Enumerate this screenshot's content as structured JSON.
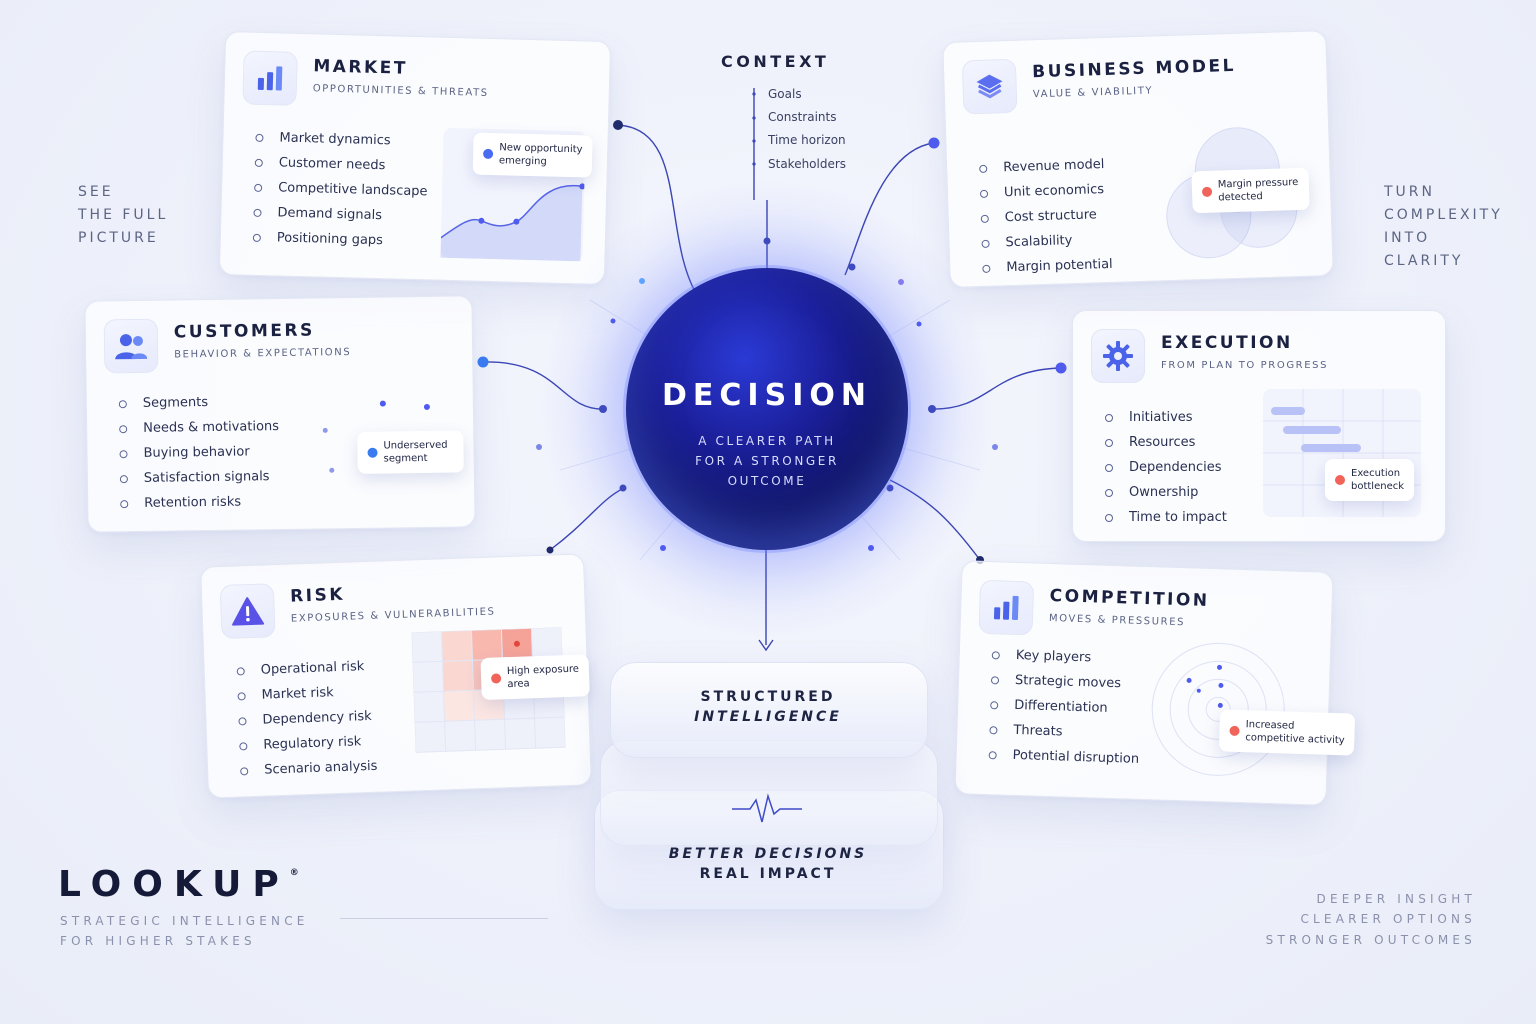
{
  "context": {
    "title": "CONTEXT",
    "items": [
      "Goals",
      "Constraints",
      "Time horizon",
      "Stakeholders"
    ]
  },
  "left_caption": [
    "SEE",
    "THE FULL",
    "PICTURE"
  ],
  "right_caption": [
    "TURN",
    "COMPLEXITY",
    "INTO",
    "CLARITY"
  ],
  "center": {
    "title": "DECISION",
    "lines": [
      "A CLEARER PATH",
      "FOR A STRONGER",
      "OUTCOME"
    ]
  },
  "cards": {
    "market": {
      "title": "MARKET",
      "subtitle": "OPPORTUNITIES & THREATS",
      "items": [
        "Market dynamics",
        "Customer needs",
        "Competitive landscape",
        "Demand signals",
        "Positioning gaps"
      ],
      "callout": [
        "New opportunity",
        "emerging"
      ]
    },
    "business_model": {
      "title": "BUSINESS MODEL",
      "subtitle": "VALUE & VIABILITY",
      "items": [
        "Revenue model",
        "Unit economics",
        "Cost structure",
        "Scalability",
        "Margin potential"
      ],
      "callout": [
        "Margin pressure",
        "detected"
      ]
    },
    "customers": {
      "title": "CUSTOMERS",
      "subtitle": "BEHAVIOR & EXPECTATIONS",
      "items": [
        "Segments",
        "Needs & motivations",
        "Buying behavior",
        "Satisfaction signals",
        "Retention risks"
      ],
      "callout": [
        "Underserved",
        "segment"
      ]
    },
    "execution": {
      "title": "EXECUTION",
      "subtitle": "FROM PLAN TO PROGRESS",
      "items": [
        "Initiatives",
        "Resources",
        "Dependencies",
        "Ownership",
        "Time to impact"
      ],
      "callout": [
        "Execution",
        "bottleneck"
      ]
    },
    "risk": {
      "title": "RISK",
      "subtitle": "EXPOSURES & VULNERABILITIES",
      "items": [
        "Operational risk",
        "Market risk",
        "Dependency risk",
        "Regulatory risk",
        "Scenario analysis"
      ],
      "callout": [
        "High exposure",
        "area"
      ]
    },
    "competition": {
      "title": "COMPETITION",
      "subtitle": "MOVES & PRESSURES",
      "items": [
        "Key players",
        "Strategic moves",
        "Differentiation",
        "Threats",
        "Potential disruption"
      ],
      "callout": [
        "Increased",
        "competitive activity"
      ]
    }
  },
  "layers": {
    "top": [
      "STRUCTURED",
      "INTELLIGENCE"
    ],
    "bottom": [
      "BETTER DECISIONS",
      "REAL IMPACT"
    ]
  },
  "brand": {
    "name": "LOOKUP",
    "mark": "®",
    "tagline": [
      "STRATEGIC INTELLIGENCE",
      "FOR HIGHER STAKES"
    ]
  },
  "bottom_right": [
    "DEEPER INSIGHT",
    "CLEARER OPTIONS",
    "STRONGER OUTCOMES"
  ],
  "colors": {
    "accent": "#4f5bf0",
    "orb": "#12177a",
    "alert": "#f0645a",
    "info": "#4a6cf0"
  },
  "icons": [
    "bar-chart-icon",
    "people-icon",
    "warning-icon",
    "layers-icon",
    "gear-icon",
    "bar-chart-icon"
  ]
}
